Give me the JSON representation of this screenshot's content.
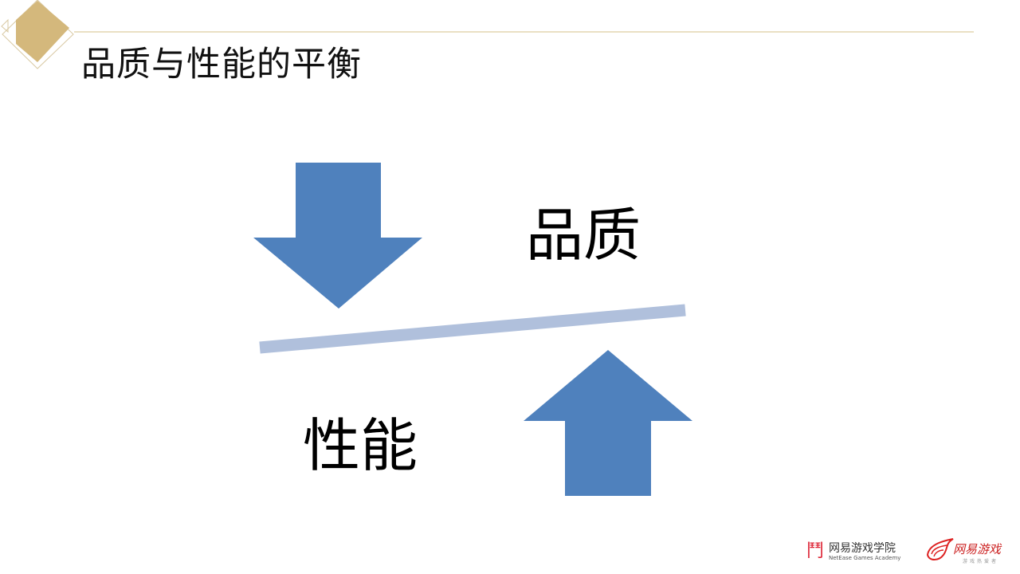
{
  "slide": {
    "title": "品质与性能的平衡",
    "label_quality": "品质",
    "label_performance": "性能"
  },
  "colors": {
    "arrow": "#4f81bd",
    "balance_bar": "#b0c0dc",
    "accent_gold": "#d4b87c"
  },
  "footer": {
    "academy_logo_text": "网易游戏学院",
    "academy_logo_subtitle": "NetEase Games Academy",
    "games_logo_text": "网易游戏",
    "games_logo_subtitle": "游戏热爱者"
  }
}
